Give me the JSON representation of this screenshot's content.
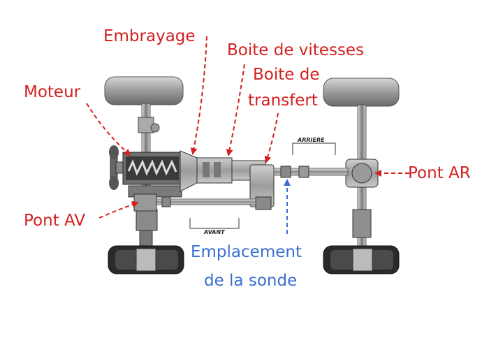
{
  "labels": {
    "embrayage": "Embrayage",
    "boite_vitesses": "Boite de vitesses",
    "boite_transfert_1": "Boite de",
    "boite_transfert_2": "transfert",
    "moteur": "Moteur",
    "pont_ar": "Pont AR",
    "pont_av": "Pont AV",
    "sonde_1": "Emplacement",
    "sonde_2": "de la sonde"
  },
  "drawing_labels": {
    "arriere": "ARRIERE",
    "avant": "AVANT"
  },
  "colors": {
    "annotation": "#d42020",
    "sonde": "#3a6fd0",
    "metal_dark": "#555555",
    "metal_light": "#bcbcbc"
  }
}
